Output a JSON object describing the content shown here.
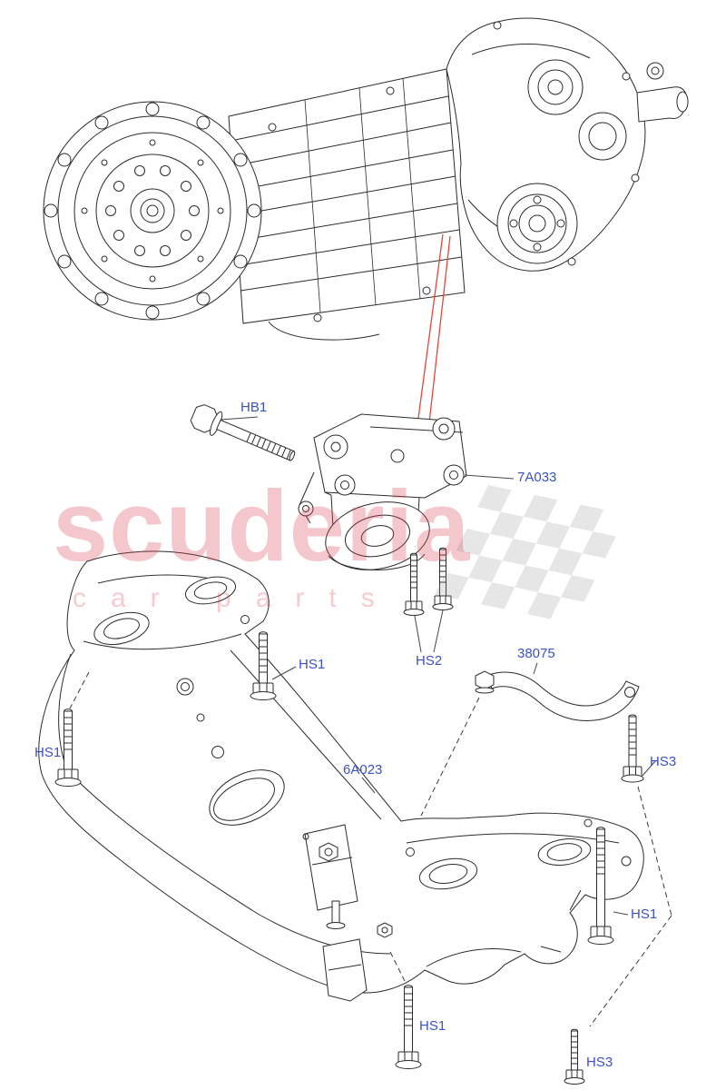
{
  "watermark": {
    "title": "scuderia",
    "subtitle": "car parts"
  },
  "callouts": {
    "hb1": {
      "label": "HB1"
    },
    "mount_7a033": {
      "label": "7A033"
    },
    "hs1_top": {
      "label": "HS1"
    },
    "hs2": {
      "label": "HS2"
    },
    "bracket_38075": {
      "label": "38075"
    },
    "hs1_left": {
      "label": "HS1"
    },
    "crossmember_6a023": {
      "label": "6A023"
    },
    "hs3_right": {
      "label": "HS3"
    },
    "hs1_right": {
      "label": "HS1"
    },
    "hs1_bottom": {
      "label": "HS1"
    },
    "hs3_bottom": {
      "label": "HS3"
    }
  },
  "colors": {
    "label_blue": "#3c50c8",
    "leader_red": "#e5463c",
    "line_dark": "#2b2b2b",
    "watermark_pink": "#db4655",
    "flag_grey": "#8f8f8f"
  }
}
